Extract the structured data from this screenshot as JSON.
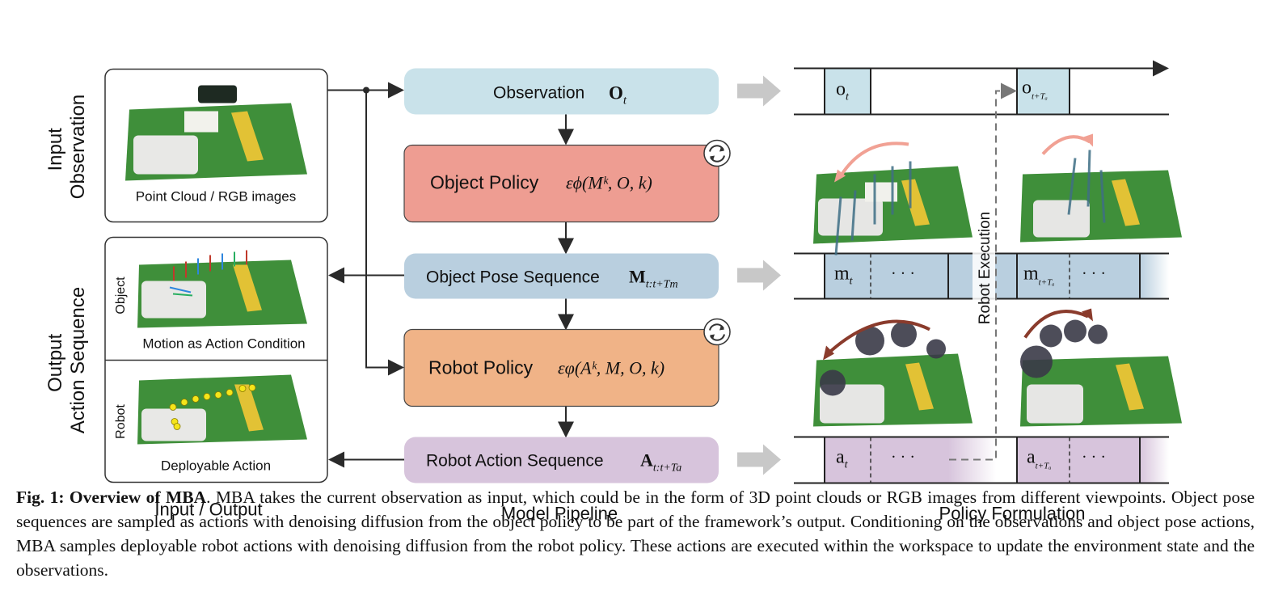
{
  "left_panel": {
    "title": "Input / Output",
    "input_label": "Input\nObservation",
    "output_label": "Output\nAction Sequence",
    "input_caption": "Point Cloud / RGB images",
    "object_side": "Object",
    "object_caption": "Motion as Action Condition",
    "robot_side": "Robot",
    "robot_caption": "Deployable Action"
  },
  "pipeline": {
    "title": "Model Pipeline",
    "observation": {
      "label": "Observation",
      "math": "O",
      "sub": "t"
    },
    "object_policy": {
      "label": "Object Policy",
      "math": "εϕ(Mᵏ, O, k)"
    },
    "object_pose": {
      "label": "Object Pose Sequence",
      "math": "M",
      "sub": "t:t+Tm"
    },
    "robot_policy": {
      "label": "Robot Policy",
      "math": "εφ(Aᵏ, M, O, k)"
    },
    "robot_action": {
      "label": "Robot Action Sequence",
      "math": "A",
      "sub": "t:t+Ta"
    },
    "colors": {
      "observation": "#c9e2ea",
      "object_policy": "#ee9d92",
      "object_pose": "#b9cfdf",
      "robot_policy": "#f0b387",
      "robot_action": "#d7c4dc"
    }
  },
  "formulation": {
    "title": "Policy Formulation",
    "execution_label": "Robot Execution",
    "obs_t": "o",
    "obs_t_sub": "t",
    "obs_next": "o",
    "obs_next_sub": "t+Tₐ",
    "m_t": "m",
    "m_t_sub": "t",
    "m_next": "m",
    "m_next_sub": "t+Tₐ",
    "a_t": "a",
    "a_t_sub": "t",
    "a_next": "a",
    "a_next_sub": "t+Tₐ",
    "ellipsis": "· · ·"
  },
  "caption": {
    "prefix": "Fig. 1: Overview of MBA",
    "text": ". MBA takes the current observation as input, which could be in the form of 3D point clouds or RGB images from different viewpoints. Object pose sequences are sampled as actions with denoising diffusion from the object policy to be part of the framework’s output. Conditioning on the observations and object pose actions, MBA samples deployable robot actions with denoising diffusion from the robot policy. These actions are executed within the workspace to update the environment state and the observations."
  }
}
